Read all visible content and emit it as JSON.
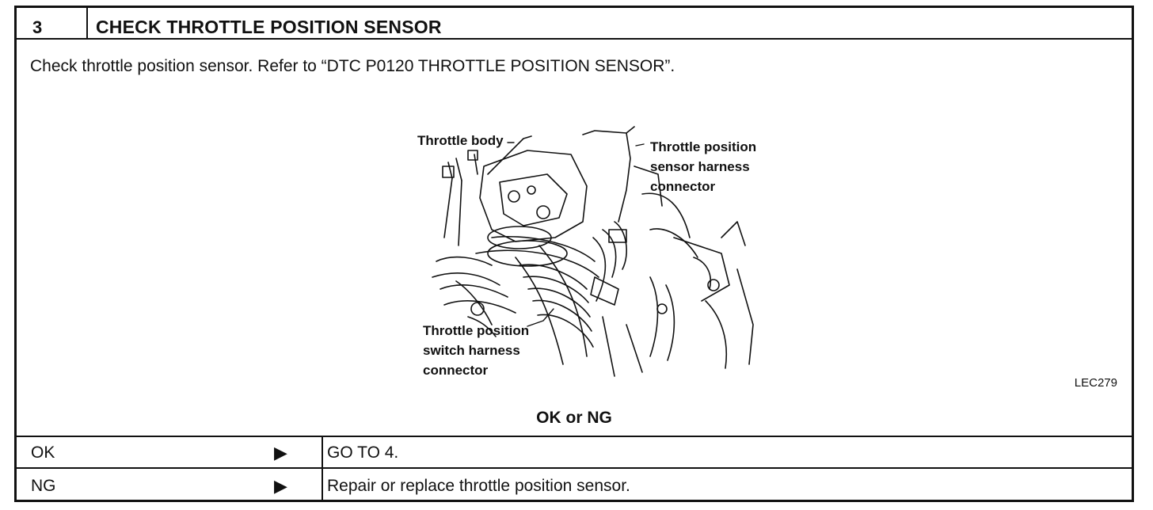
{
  "step": {
    "number": "3",
    "title": "CHECK THROTTLE POSITION SENSOR"
  },
  "instruction": "Check throttle position sensor. Refer to “DTC P0120 THROTTLE POSITION SENSOR”.",
  "figure": {
    "labels": {
      "throttle_body": "Throttle body",
      "sensor_connector": [
        "Throttle position",
        "sensor harness",
        "connector"
      ],
      "switch_connector": [
        "Throttle position",
        "switch harness",
        "connector"
      ]
    },
    "code": "LEC279"
  },
  "result_heading": "OK or NG",
  "results": [
    {
      "label": "OK",
      "arrow": "▶",
      "action": "GO TO 4."
    },
    {
      "label": "NG",
      "arrow": "▶",
      "action": "Repair or replace throttle position sensor."
    }
  ]
}
